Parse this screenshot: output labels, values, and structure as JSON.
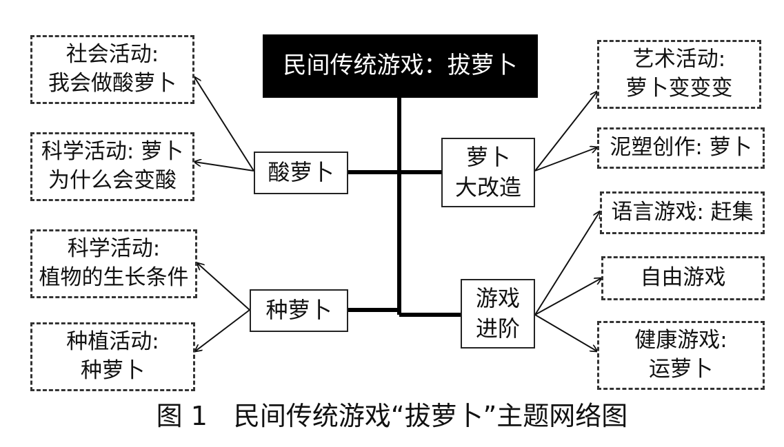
{
  "diagram": {
    "root": {
      "label": "民间传统游戏：拔萝卜"
    },
    "branches": [
      {
        "id": "suan",
        "label": "酸萝卜",
        "children": [
          {
            "label": "社会活动:\n我会做酸萝卜"
          },
          {
            "label": "科学活动: 萝卜\n为什么会变酸"
          }
        ]
      },
      {
        "id": "zhong",
        "label": "种萝卜",
        "children": [
          {
            "label": "科学活动:\n植物的生长条件"
          },
          {
            "label": "种植活动:\n种萝卜"
          }
        ]
      },
      {
        "id": "gaizao",
        "label": "萝卜\n大改造",
        "children": [
          {
            "label": "艺术活动:\n萝卜变变变"
          },
          {
            "label": "泥塑创作: 萝卜"
          }
        ]
      },
      {
        "id": "youxi",
        "label": "游戏\n进阶",
        "children": [
          {
            "label": "语言游戏: 赶集"
          },
          {
            "label": "自由游戏"
          },
          {
            "label": "健康游戏:\n运萝卜"
          }
        ]
      }
    ]
  },
  "caption": "图 1　民间传统游戏“拔萝卜”主题网络图"
}
